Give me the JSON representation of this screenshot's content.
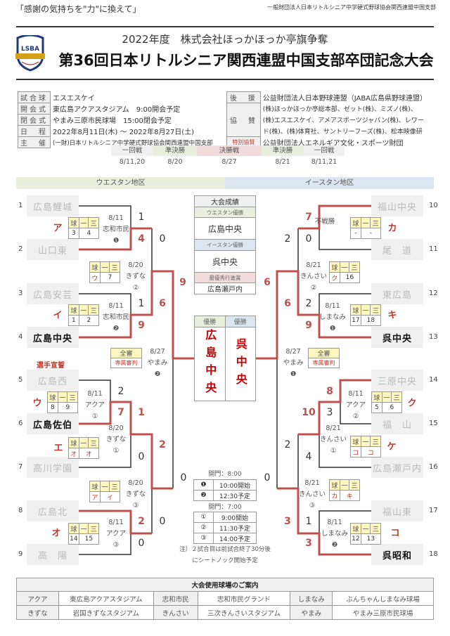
{
  "header": {
    "slogan": "「感謝の気持ちを\"力\"に換えて」",
    "org": "一般財団法人日本リトルシニア中学硬式野球協会関西連盟中国支部",
    "subtitle": "2022年度　株式会社ほっかほっか亭旗争奪",
    "title": "第36回日本リトルシニア関西連盟中国支部卒団記念大会",
    "logo_text": "LSBA"
  },
  "info_left": [
    {
      "label": "試合球",
      "value": "エスエスケイ"
    },
    {
      "label": "開会式",
      "value": "東広島アクアスタジアム　9:00開会予定"
    },
    {
      "label": "閉会式",
      "value": "やまみ三原市民球場　15:00閉会予定"
    },
    {
      "label": "日　程",
      "value": "2022年8月11日(木) ～ 2022年8月27日(土)"
    },
    {
      "label": "主　催",
      "value": "(一財)日本リトルシニア中学硬式野球協会関西連盟中国支部"
    }
  ],
  "info_right": {
    "support_label": "後　援",
    "support": "公益財団法人日本野球連盟（JABA広島県野球連盟）",
    "sponsor_label": "協　賛",
    "sponsors": [
      "(株)ほっかほっか亭総本部、ゼット(株)、ミズノ(株)、",
      "(株)エスエスケイ、アメアスポーツジャパン(株)、レワー",
      "ド(株)、(株)体育社、サントリーフーズ(株)、松本映像研"
    ],
    "special_label": "特別協賛",
    "special": "公益財団法人エネルギア文化・スポーツ財団"
  },
  "rounds": [
    {
      "name": "一回戦",
      "date": "8/11,20"
    },
    {
      "name": "準決勝",
      "date": "8/20"
    },
    {
      "name": "決勝戦",
      "date": "8/27"
    },
    {
      "name": "準決勝",
      "date": "8/21"
    },
    {
      "name": "一回戦",
      "date": "8/11,21"
    }
  ],
  "regions": {
    "west": "ウエスタン地区",
    "east": "イースタン地区"
  },
  "oath": "選手宣誓",
  "teams": [
    {
      "no": "1",
      "name": "広島鯉城",
      "winner": false
    },
    {
      "no": "2",
      "name": "山口東",
      "winner": false
    },
    {
      "no": "3",
      "name": "広島安芸",
      "winner": false
    },
    {
      "no": "4",
      "name": "広島中央",
      "winner": true
    },
    {
      "no": "5",
      "name": "広島西",
      "winner": false
    },
    {
      "no": "6",
      "name": "広島佐伯",
      "winner": true
    },
    {
      "no": "7",
      "name": "高川学園",
      "winner": false
    },
    {
      "no": "8",
      "name": "広島北",
      "winner": false
    },
    {
      "no": "9",
      "name": "高　陽",
      "winner": false
    },
    {
      "no": "10",
      "name": "福山中央",
      "winner": false
    },
    {
      "no": "11",
      "name": "尾　道",
      "winner": false
    },
    {
      "no": "12",
      "name": "東広島",
      "winner": false
    },
    {
      "no": "13",
      "name": "呉中央",
      "winner": true
    },
    {
      "no": "14",
      "name": "三原中央",
      "winner": false
    },
    {
      "no": "15",
      "name": "福　山",
      "winner": false
    },
    {
      "no": "16",
      "name": "広島瀬戸内",
      "winner": false
    },
    {
      "no": "17",
      "name": "福山東",
      "winner": false
    },
    {
      "no": "18",
      "name": "呉昭和",
      "winner": true
    }
  ],
  "box_headers": [
    "球",
    "一",
    "三"
  ],
  "matches": [
    {
      "label": "ア",
      "ball": "3",
      "base": "4",
      "date": "8/11",
      "venue": "志和市民",
      "slot": "❶"
    },
    {
      "label": "",
      "ball": "ウ",
      "base": "7",
      "date": "8/20",
      "venue": "きずな",
      "slot": "②"
    },
    {
      "label": "イ",
      "ball": "1",
      "base": "2",
      "date": "8/11",
      "venue": "志和市民",
      "slot": "❷"
    },
    {
      "label": "ウ",
      "ball": "8",
      "base": "9",
      "date": "8/11",
      "venue": "アクア",
      "slot": "①"
    },
    {
      "label": "エ",
      "ball": "オ",
      "base": "オ",
      "date": "8/20",
      "venue": "きずな",
      "slot": "①"
    },
    {
      "label": "",
      "ball": "ア",
      "base": "イ",
      "date": "8/20",
      "venue": "きずな",
      "slot": "③"
    },
    {
      "label": "オ",
      "ball": "14",
      "base": "15",
      "date": "8/11",
      "venue": "アクア",
      "slot": "③"
    },
    {
      "label": "カ",
      "ball": "-",
      "base": "-",
      "date": "不戦勝",
      "venue": "",
      "slot": ""
    },
    {
      "label": "",
      "ball": "ク",
      "base": "16",
      "date": "8/21",
      "venue": "きんさい",
      "slot": "②"
    },
    {
      "label": "キ",
      "ball": "17",
      "base": "18",
      "date": "8/11",
      "venue": "しまなみ",
      "slot": "❶"
    },
    {
      "label": "ク",
      "ball": "5",
      "base": "6",
      "date": "8/11",
      "venue": "アクア",
      "slot": "②"
    },
    {
      "label": "ケ",
      "ball": "コ",
      "base": "コ",
      "date": "8/21",
      "venue": "きんさい",
      "slot": "①"
    },
    {
      "label": "",
      "ball": "カ",
      "base": "キ",
      "date": "8/21",
      "venue": "きんさい",
      "slot": "③"
    },
    {
      "label": "コ",
      "ball": "12",
      "base": "13",
      "date": "8/11",
      "venue": "しまなみ",
      "slot": "❷"
    }
  ],
  "finals": [
    {
      "umpire_head": "全審",
      "umpire": "専属審判",
      "date": "8/27",
      "venue": "やまみ",
      "slot": "❷"
    },
    {
      "umpire_head": "全審",
      "umpire": "専属審判",
      "date": "8/27",
      "venue": "やまみ",
      "slot": "❶"
    }
  ],
  "scores": [
    "1",
    "4",
    "0",
    "1",
    "9",
    "6",
    "9",
    "2",
    "7",
    "1",
    "0",
    "2",
    "2",
    "0",
    "0",
    "0",
    "7",
    "0",
    "2",
    "2",
    "9",
    "6",
    "6",
    "8",
    "3",
    "10",
    "4",
    "2",
    "1",
    "3",
    "3",
    "0"
  ],
  "results": {
    "title": "大会成績",
    "west_label": "ウエスタン優勝",
    "west": "広島中央",
    "east_label": "イースタン優勝",
    "east": "呉中央",
    "march_label": "最優秀行進賞",
    "march": "広島瀬戸内"
  },
  "champion": {
    "label_w": "優勝",
    "label_e": "優勝",
    "west": "広島中央",
    "east": "呉中央"
  },
  "schedule": {
    "gate1": "開門：8:00",
    "rows1": [
      [
        "❶",
        "10:00開始"
      ],
      [
        "❷",
        "12:30予定"
      ]
    ],
    "gate2": "開門：7:00",
    "rows2": [
      [
        "①",
        "9:00開始"
      ],
      [
        "②",
        "11:30予定"
      ],
      [
        "③",
        "14:00予定"
      ]
    ],
    "note1": "注）２試合目は前試合終了30分後",
    "note2": "にシートノック開始予定"
  },
  "venues": {
    "title": "大会使用球場のご案内",
    "rows": [
      [
        "アクア",
        "東広島アクアスタジアム",
        "志和市民",
        "志和市民グランド",
        "しまなみ",
        "ぶんちゃんしまなみ球場"
      ],
      [
        "きずな",
        "岩国きずなスタジアム",
        "きんさい",
        "三次きんさいスタジアム",
        "やまみ",
        "やまみ三原市民球場"
      ]
    ]
  },
  "colors": {
    "line_red": "#c0504d",
    "west": "#e9efdc",
    "east": "#dce6f0",
    "final": "#f2dcdb"
  }
}
